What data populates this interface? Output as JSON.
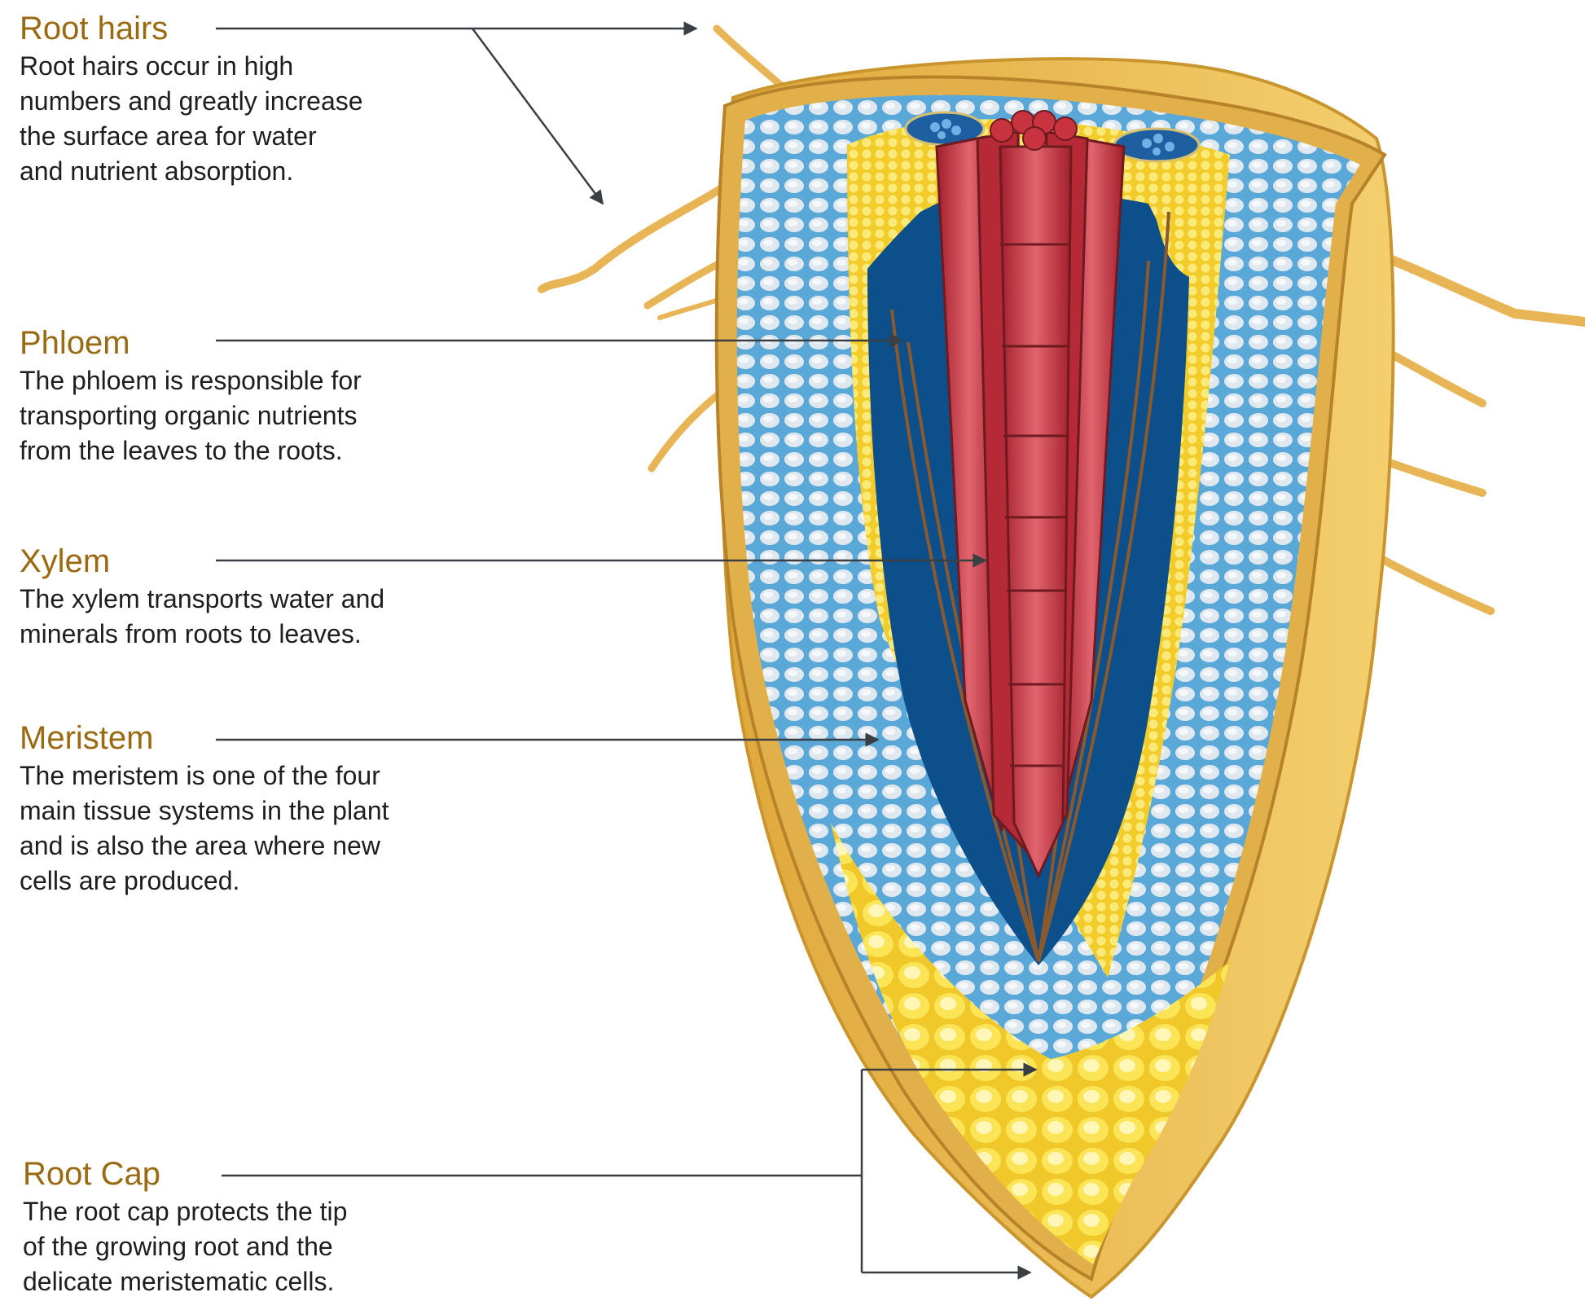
{
  "labels": [
    {
      "key": "root_hairs",
      "title": "Root hairs",
      "text": [
        "Root hairs occur in high",
        "numbers and greatly increase",
        "the surface area for water",
        "and nutrient absorption."
      ]
    },
    {
      "key": "phloem",
      "title": "Phloem",
      "text": [
        "The phloem is responsible for",
        "transporting organic nutrients",
        "from the leaves to the roots."
      ]
    },
    {
      "key": "xylem",
      "title": "Xylem",
      "text": [
        "The xylem transports water and",
        "minerals from roots to leaves."
      ]
    },
    {
      "key": "meristem",
      "title": "Meristem",
      "text": [
        "The meristem is one of the four",
        "main tissue systems in the plant",
        "and is also the area where new",
        "cells are produced."
      ]
    },
    {
      "key": "root_cap",
      "title": "Root Cap",
      "text": [
        "The root cap protects the tip",
        "of the growing root and the",
        "delicate meristematic cells."
      ]
    }
  ],
  "colors": {
    "label_title": "#9a6a12",
    "body_text": "#1e1e1e",
    "leader_line": "#3a3f44",
    "epidermis": "#e2b04a",
    "cortex_blue": "#5aa8d8",
    "cortex_cell": "#dfe8ee",
    "stele_blue": "#0d4f8b",
    "xylem_red": "#c8333f",
    "pericycle_yellow": "#f6df3a",
    "root_cap_yellow": "#f7e24a",
    "root_hair": "#e8b556"
  }
}
